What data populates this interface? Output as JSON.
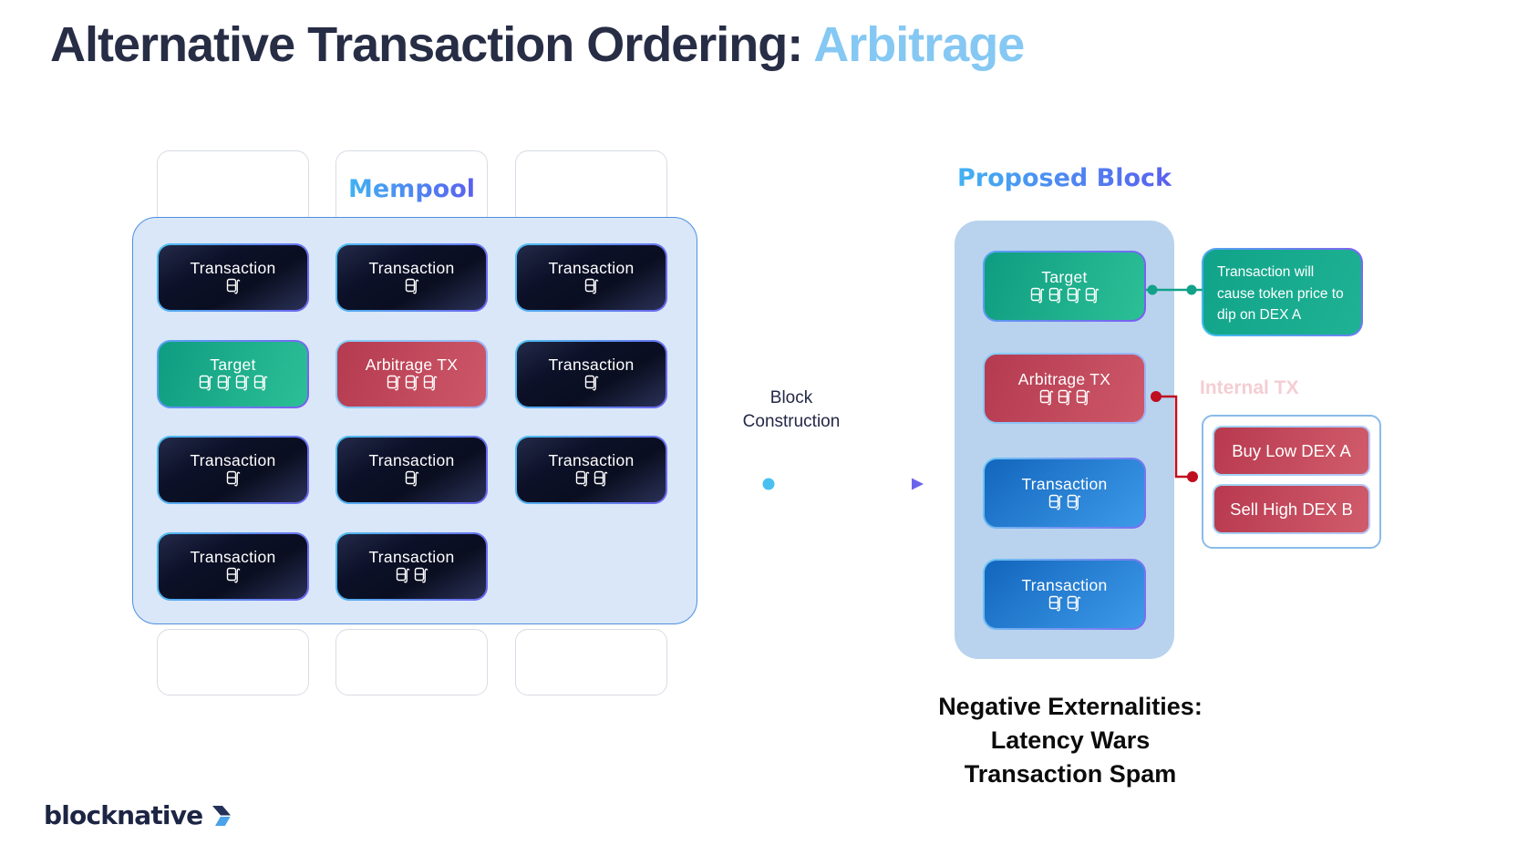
{
  "title": {
    "text": "Alternative Transaction Ordering:",
    "highlight": "Arbitrage"
  },
  "mempool": {
    "label": "Mempool",
    "cards": [
      {
        "label": "Transaction",
        "icons": 1,
        "variant": "dark"
      },
      {
        "label": "Transaction",
        "icons": 1,
        "variant": "dark"
      },
      {
        "label": "Transaction",
        "icons": 1,
        "variant": "dark"
      },
      {
        "label": "Target",
        "icons": 4,
        "variant": "green"
      },
      {
        "label": "Arbitrage TX",
        "icons": 3,
        "variant": "red"
      },
      {
        "label": "Transaction",
        "icons": 1,
        "variant": "dark"
      },
      {
        "label": "Transaction",
        "icons": 1,
        "variant": "dark"
      },
      {
        "label": "Transaction",
        "icons": 1,
        "variant": "dark"
      },
      {
        "label": "Transaction",
        "icons": 2,
        "variant": "dark"
      },
      {
        "label": "Transaction",
        "icons": 1,
        "variant": "dark"
      },
      {
        "label": "Transaction",
        "icons": 2,
        "variant": "dark"
      }
    ]
  },
  "flow": {
    "label": "Block Construction"
  },
  "proposed_block": {
    "label": "Proposed Block",
    "cards": [
      {
        "label": "Target",
        "icons": 4,
        "variant": "green"
      },
      {
        "label": "Arbitrage TX",
        "icons": 3,
        "variant": "red"
      },
      {
        "label": "Transaction",
        "icons": 2,
        "variant": "blue"
      },
      {
        "label": "Transaction",
        "icons": 2,
        "variant": "blue"
      }
    ]
  },
  "annotations": {
    "target_note": "Transaction will cause token price to dip on DEX A",
    "ghost_label": "Internal TX",
    "actions": [
      "Buy Low DEX A",
      "Sell High DEX B"
    ]
  },
  "footer_note": {
    "lines": [
      "Negative Externalities:",
      "Latency Wars",
      "Transaction Spam"
    ]
  },
  "logo": {
    "text": "blocknative"
  },
  "colors": {
    "title_navy": "#272d45",
    "title_highlight": "#85c8f3",
    "mempool_fill": "#d9e7f8",
    "mempool_border": "#4e8fe0",
    "proposed_fill": "#b9d3ee",
    "card_dark": "#0d1129",
    "card_teal": "#14a086",
    "card_red": "#c04458",
    "card_blue": "#2b86d9",
    "note_teal": "#14a58c",
    "connector_teal": "#12a189",
    "connector_red": "#bf0e20",
    "arrow_start": "#55c6f1",
    "arrow_end": "#6b63ee"
  }
}
